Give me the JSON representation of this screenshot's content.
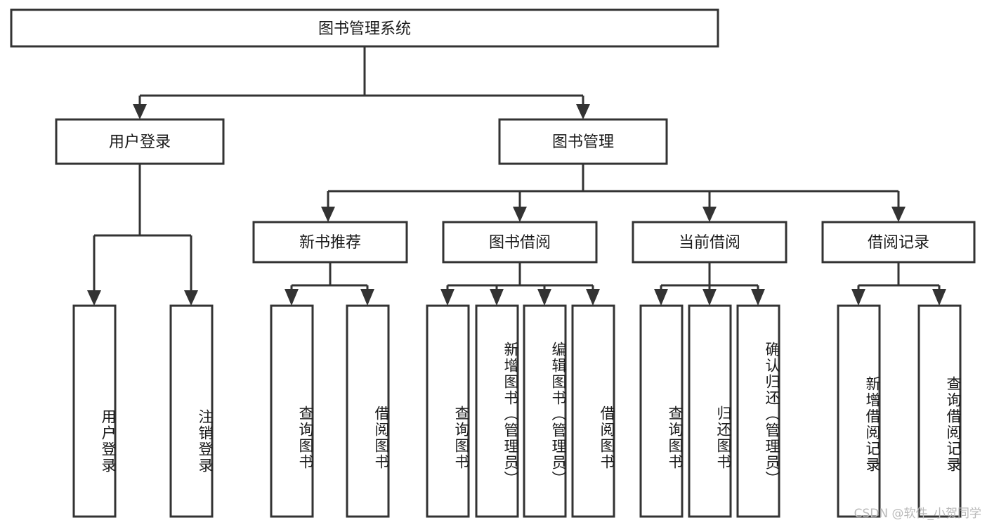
{
  "diagram": {
    "type": "tree",
    "title": "图书管理系统",
    "watermark": "CSDN @软件_小贺同学",
    "root": {
      "id": "root",
      "label": "图书管理系统",
      "orientation": "horizontal"
    },
    "level2": [
      {
        "id": "user-login",
        "label": "用户登录",
        "orientation": "horizontal"
      },
      {
        "id": "book-management",
        "label": "图书管理",
        "orientation": "horizontal"
      }
    ],
    "level3": [
      {
        "id": "new-book-recommend",
        "label": "新书推荐",
        "parent": "book-management",
        "orientation": "horizontal"
      },
      {
        "id": "book-borrow",
        "label": "图书借阅",
        "parent": "book-management",
        "orientation": "horizontal"
      },
      {
        "id": "current-borrow",
        "label": "当前借阅",
        "parent": "book-management",
        "orientation": "horizontal"
      },
      {
        "id": "borrow-record",
        "label": "借阅记录",
        "parent": "book-management",
        "orientation": "horizontal"
      }
    ],
    "leaves": [
      {
        "id": "leaf-user-login",
        "label": "用户登录",
        "parent": "user-login",
        "orientation": "vertical"
      },
      {
        "id": "leaf-logout",
        "label": "注销登录",
        "parent": "user-login",
        "orientation": "vertical"
      },
      {
        "id": "leaf-query-book-1",
        "label": "查询图书",
        "parent": "new-book-recommend",
        "orientation": "vertical"
      },
      {
        "id": "leaf-borrow-book-1",
        "label": "借阅图书",
        "parent": "new-book-recommend",
        "orientation": "vertical"
      },
      {
        "id": "leaf-query-book-2",
        "label": "查询图书",
        "parent": "book-borrow",
        "orientation": "vertical"
      },
      {
        "id": "leaf-add-book",
        "label": "新增图书（管理员）",
        "parent": "book-borrow",
        "orientation": "vertical"
      },
      {
        "id": "leaf-edit-book",
        "label": "编辑图书（管理员）",
        "parent": "book-borrow",
        "orientation": "vertical"
      },
      {
        "id": "leaf-borrow-book-2",
        "label": "借阅图书",
        "parent": "book-borrow",
        "orientation": "vertical"
      },
      {
        "id": "leaf-query-book-3",
        "label": "查询图书",
        "parent": "current-borrow",
        "orientation": "vertical"
      },
      {
        "id": "leaf-return-book",
        "label": "归还图书",
        "parent": "current-borrow",
        "orientation": "vertical"
      },
      {
        "id": "leaf-confirm-return",
        "label": "确认归还（管理员）",
        "parent": "current-borrow",
        "orientation": "vertical"
      },
      {
        "id": "leaf-add-record",
        "label": "新增借阅记录",
        "parent": "borrow-record",
        "orientation": "vertical"
      },
      {
        "id": "leaf-query-record",
        "label": "查询借阅记录",
        "parent": "borrow-record",
        "orientation": "vertical"
      }
    ],
    "colors": {
      "stroke": "#333333",
      "box_fill": "#ffffff",
      "text": "#1a1a1a",
      "background": "#ffffff",
      "watermark": "#b9b9b9"
    }
  }
}
